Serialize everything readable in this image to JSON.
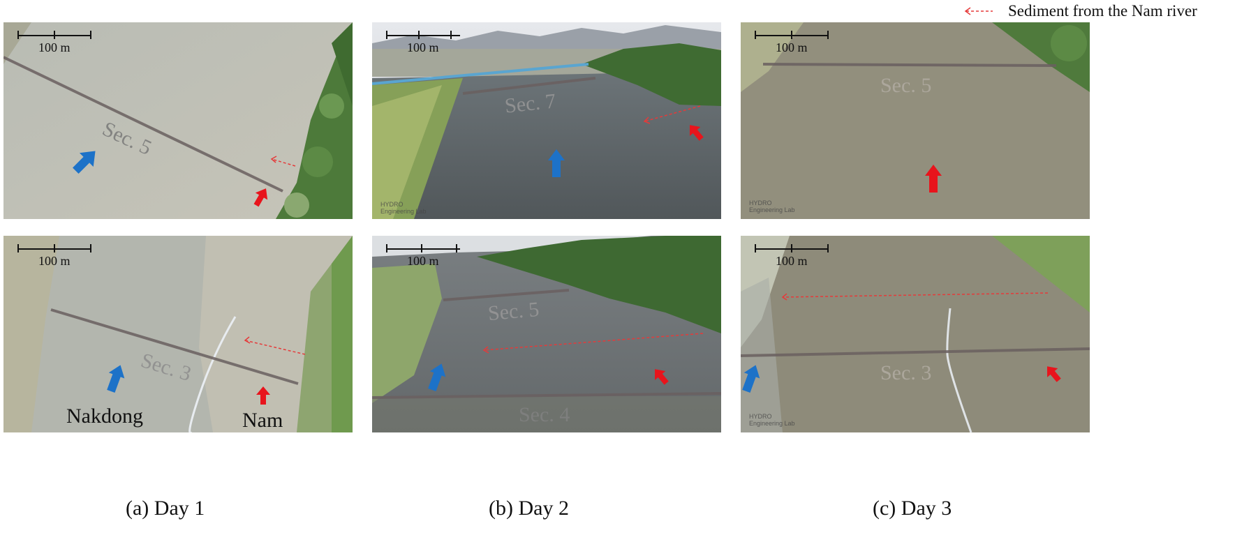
{
  "legend": {
    "label": "Sediment from the Nam river",
    "line_color": "#e53a3a",
    "line_style": "dashed"
  },
  "colors": {
    "blue_arrow": "#1d72c8",
    "red_arrow": "#e8141c",
    "section_line": "#6a6060"
  },
  "scale_label": "100 m",
  "panels": [
    {
      "scale": "100 m",
      "sections": [
        "Sec. 5"
      ]
    },
    {
      "scale": "100 m",
      "sections": [
        "Sec. 7"
      ],
      "watermark": "HYDRO Engineering Lab"
    },
    {
      "scale": "100 m",
      "sections": [
        "Sec. 5"
      ],
      "watermark": "HYDRO Engineering Lab"
    },
    {
      "scale": "100 m",
      "sections": [
        "Sec. 3"
      ],
      "rivers": [
        "Nakdong",
        "Nam"
      ]
    },
    {
      "scale": "100 m",
      "sections": [
        "Sec. 5",
        "Sec. 4"
      ]
    },
    {
      "scale": "100 m",
      "sections": [
        "Sec. 3"
      ],
      "watermark": "HYDRO Engineering Lab"
    }
  ],
  "captions": [
    "(a) Day 1",
    "(b) Day 2",
    "(c) Day 3"
  ]
}
